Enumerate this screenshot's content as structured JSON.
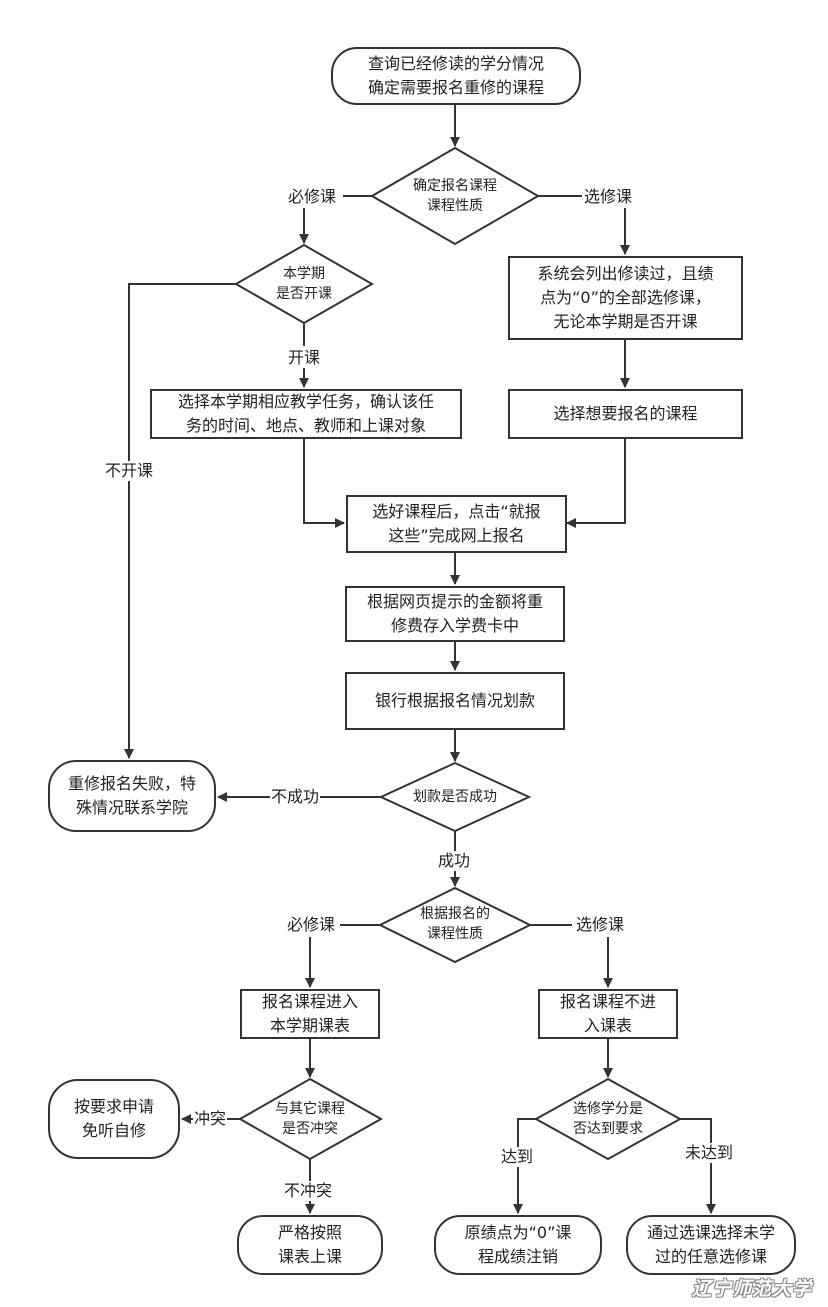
{
  "nodes": {
    "start": "查询已经修读的学分情况\n确定需要报名重修的课程",
    "decide_type": "确定报名课程\n课程性质",
    "semester_open": "本学期\n是否开课",
    "choose_task": "选择本学期相应教学任务，确认该任\n务的时间、地点、教师和上课对象",
    "elective_list": "系统会列出修读过，且绩\n点为“0”的全部选修课，\n无论本学期是否开课",
    "choose_course": "选择想要报名的课程",
    "submit": "选好课程后，点击“就报\n这些”完成网上报名",
    "deposit": "根据网页提示的金额将重\n修费存入学费卡中",
    "bank": "银行根据报名情况划款",
    "fail": "重修报名失败，特\n殊情况联系学院",
    "deduct_ok": "划款是否成功",
    "decide_type2": "根据报名的\n课程性质",
    "enter_schedule": "报名课程进入\n本学期课表",
    "not_schedule": "报名课程不进\n入课表",
    "conflict": "与其它课程\n是否冲突",
    "exempt": "按要求申请\n免听自修",
    "attend": "严格按照\n课表上课",
    "credit_ok": "选修学分是\n否达到要求",
    "cancel_grade": "原绩点为“0”课\n程成绩注销",
    "choose_other": "通过选课选择未学\n过的任意选修课"
  },
  "edge_labels": {
    "required1": "必修课",
    "elective1": "选修课",
    "open": "开课",
    "not_open": "不开课",
    "not_success": "不成功",
    "success": "成功",
    "required2": "必修课",
    "elective2": "选修课",
    "conflict_yes": "冲突",
    "conflict_no": "不冲突",
    "reached": "达到",
    "not_reached": "未达到"
  },
  "watermark": "辽宁师范大学",
  "colors": {
    "stroke": "#333333",
    "text": "#222222",
    "background": "#ffffff"
  }
}
